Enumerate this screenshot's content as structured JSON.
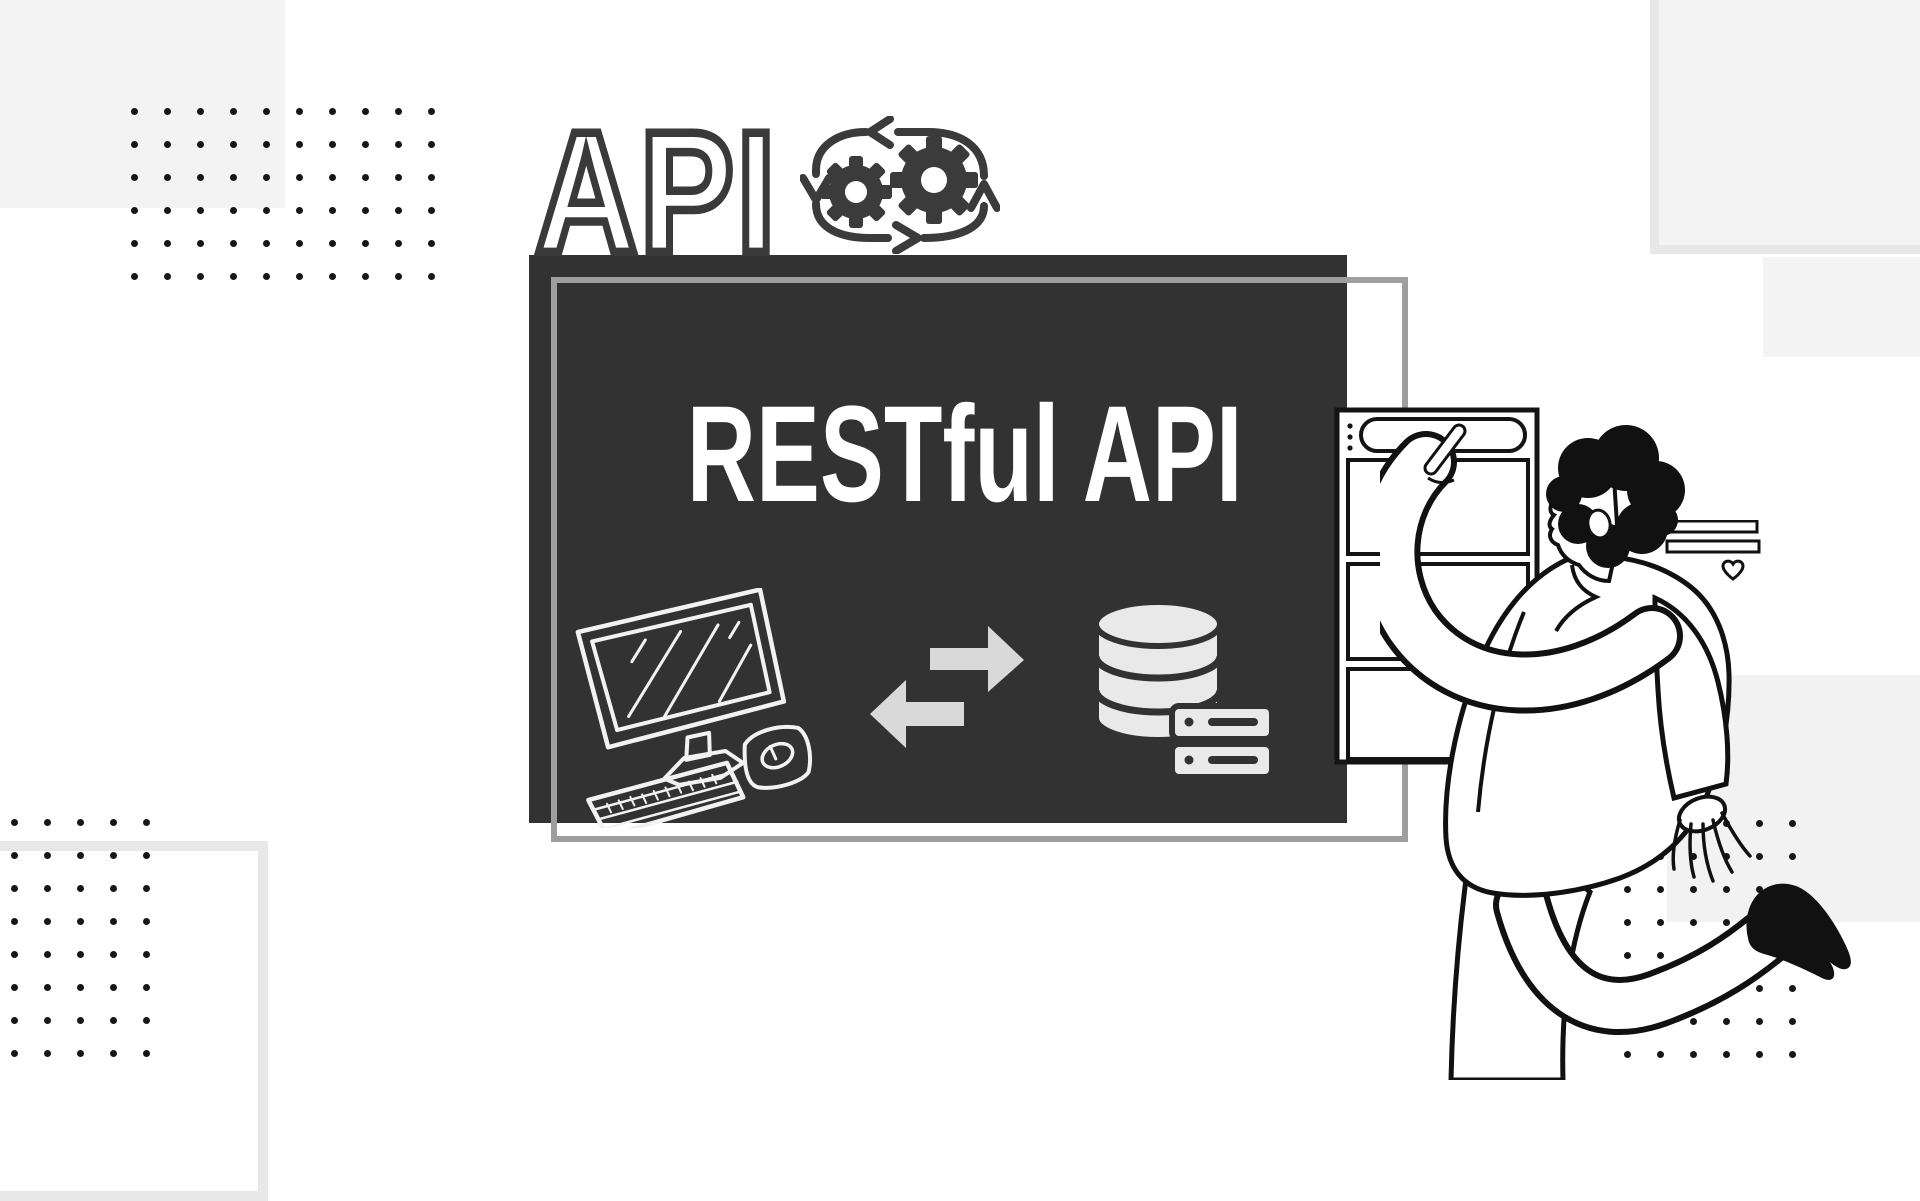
{
  "hero": {
    "api_label": "API"
  },
  "board": {
    "title": "RESTful API"
  },
  "palette": {
    "board_bg": "#323232",
    "outline_dark": "#3a3a3a",
    "ink": "#111111",
    "frame_gray": "#9e9e9e",
    "light_gray_fill": "#f3f3f3",
    "border_gray": "#e8e8e8",
    "arrow_gray": "#d9d9d9",
    "database_gray": "#e9e9e9",
    "sketch_white": "#f2f2f2",
    "text_white": "#ffffff"
  },
  "icons": {
    "gears_cycle": "process-gears-cycle-icon",
    "computer": "client-computer-sketch-icon",
    "transfer_arrows": "request-response-arrows-icon",
    "database": "database-servers-icon",
    "app_window": "app-window-list-icon",
    "text_bars": "text-bars-icon",
    "heart": "heart-icon",
    "person": "person-illustration"
  }
}
